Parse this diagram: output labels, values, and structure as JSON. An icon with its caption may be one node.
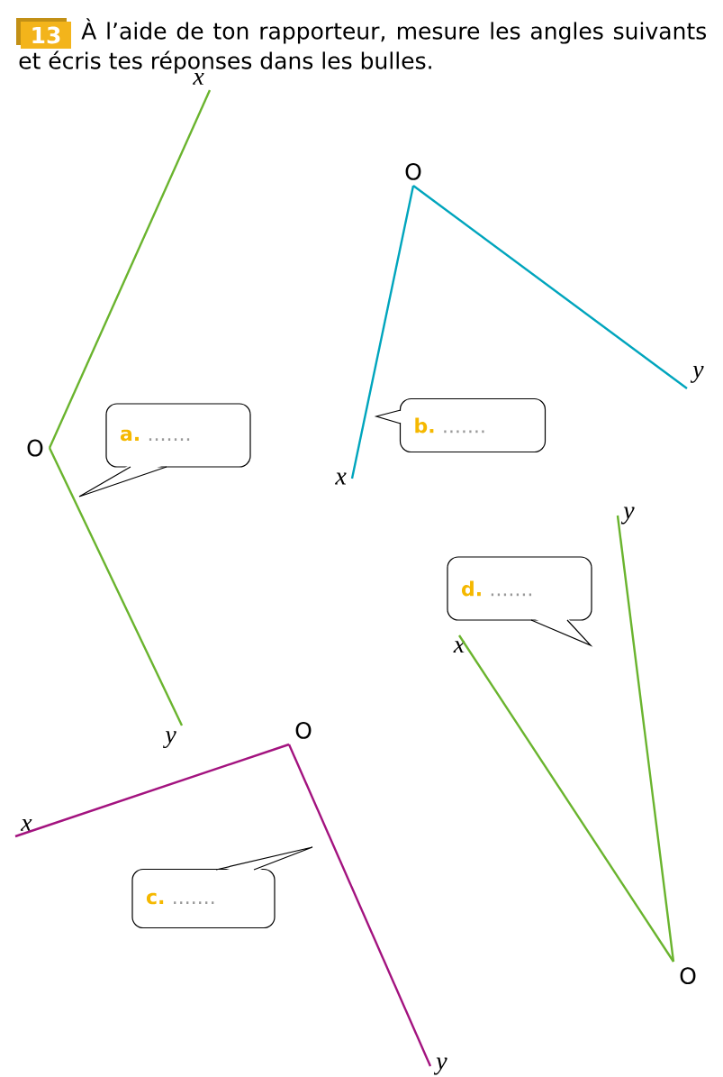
{
  "diagram": {
    "title": "À l’aide de ton rapporteur, mesure les angles suivants et écris tes réponses dans les bulles.",
    "nodes": [
      {
        "text": [
          "13"
        ]
      },
      {
        "text": [
          "x"
        ]
      },
      {
        "text": [
          "O"
        ]
      },
      {
        "text": [
          "y"
        ]
      },
      {
        "text": [
          "a.",
          "......."
        ]
      },
      {
        "text": [
          "O"
        ]
      },
      {
        "text": [
          "y"
        ]
      },
      {
        "text": [
          "x"
        ]
      },
      {
        "text": [
          "b.",
          "......."
        ]
      },
      {
        "text": [
          "O"
        ]
      },
      {
        "text": [
          "x"
        ]
      },
      {
        "text": [
          "y"
        ]
      },
      {
        "text": [
          "c.",
          "......."
        ]
      },
      {
        "text": [
          "y"
        ]
      },
      {
        "text": [
          "x"
        ]
      },
      {
        "text": [
          "O"
        ]
      },
      {
        "text": [
          "d.",
          "......."
        ]
      }
    ],
    "edges": [
      {
        "from": 1,
        "to": 2,
        "arrow": "none"
      },
      {
        "from": 2,
        "to": 3,
        "arrow": "none"
      },
      {
        "from": 5,
        "to": 6,
        "arrow": "none",
        "color": "#00a5bd"
      },
      {
        "from": 5,
        "to": 7,
        "arrow": "none",
        "color": "#00a5bd"
      },
      {
        "from": 9,
        "to": 10,
        "arrow": "none",
        "color": "#a3137f"
      },
      {
        "from": 9,
        "to": 11,
        "arrow": "none",
        "color": "#a3137f"
      },
      {
        "from": 14,
        "to": 15,
        "arrow": "none"
      },
      {
        "from": 15,
        "to": 13,
        "arrow": "none"
      }
    ]
  }
}
